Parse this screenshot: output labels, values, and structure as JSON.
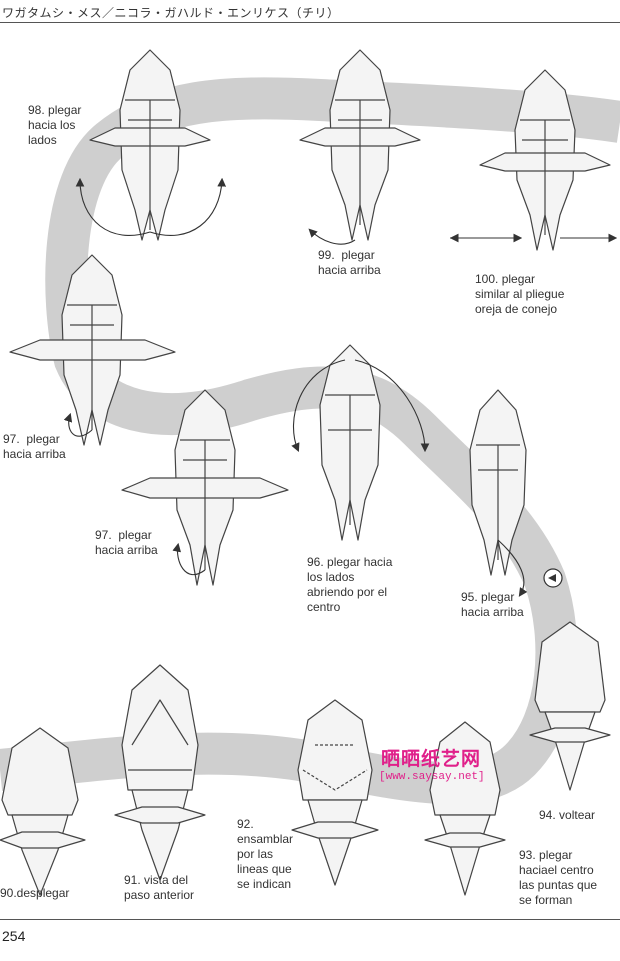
{
  "header": {
    "title": "ワガタムシ・メス／ニコラ・ガハルド・エンリケス（チリ）"
  },
  "page_number": "254",
  "watermark": {
    "site": "晒晒纸艺网",
    "url": "[www.saysay.net]"
  },
  "steps": [
    {
      "text": "98. plegar\nhacia los\nlados"
    },
    {
      "text": "99.  plegar\nhacia arriba"
    },
    {
      "text": "100. plegar\nsimilar al pliegue\noreja de conejo"
    },
    {
      "text": "97.  plegar\nhacia arriba"
    },
    {
      "text": "97.  plegar\nhacia arriba"
    },
    {
      "text": "96. plegar hacia\nlos lados\nabriendo por el\ncentro"
    },
    {
      "text": "95. plegar\nhacia arriba"
    },
    {
      "text": "94. voltear"
    },
    {
      "text": "93. plegar\nhaciael centro\nlas puntas que\nse forman"
    },
    {
      "text": "92.\nensamblar\npor las\nlineas que\nse indican"
    },
    {
      "text": "91. vista del\npaso anterior"
    },
    {
      "text": "90.desplegar"
    }
  ]
}
